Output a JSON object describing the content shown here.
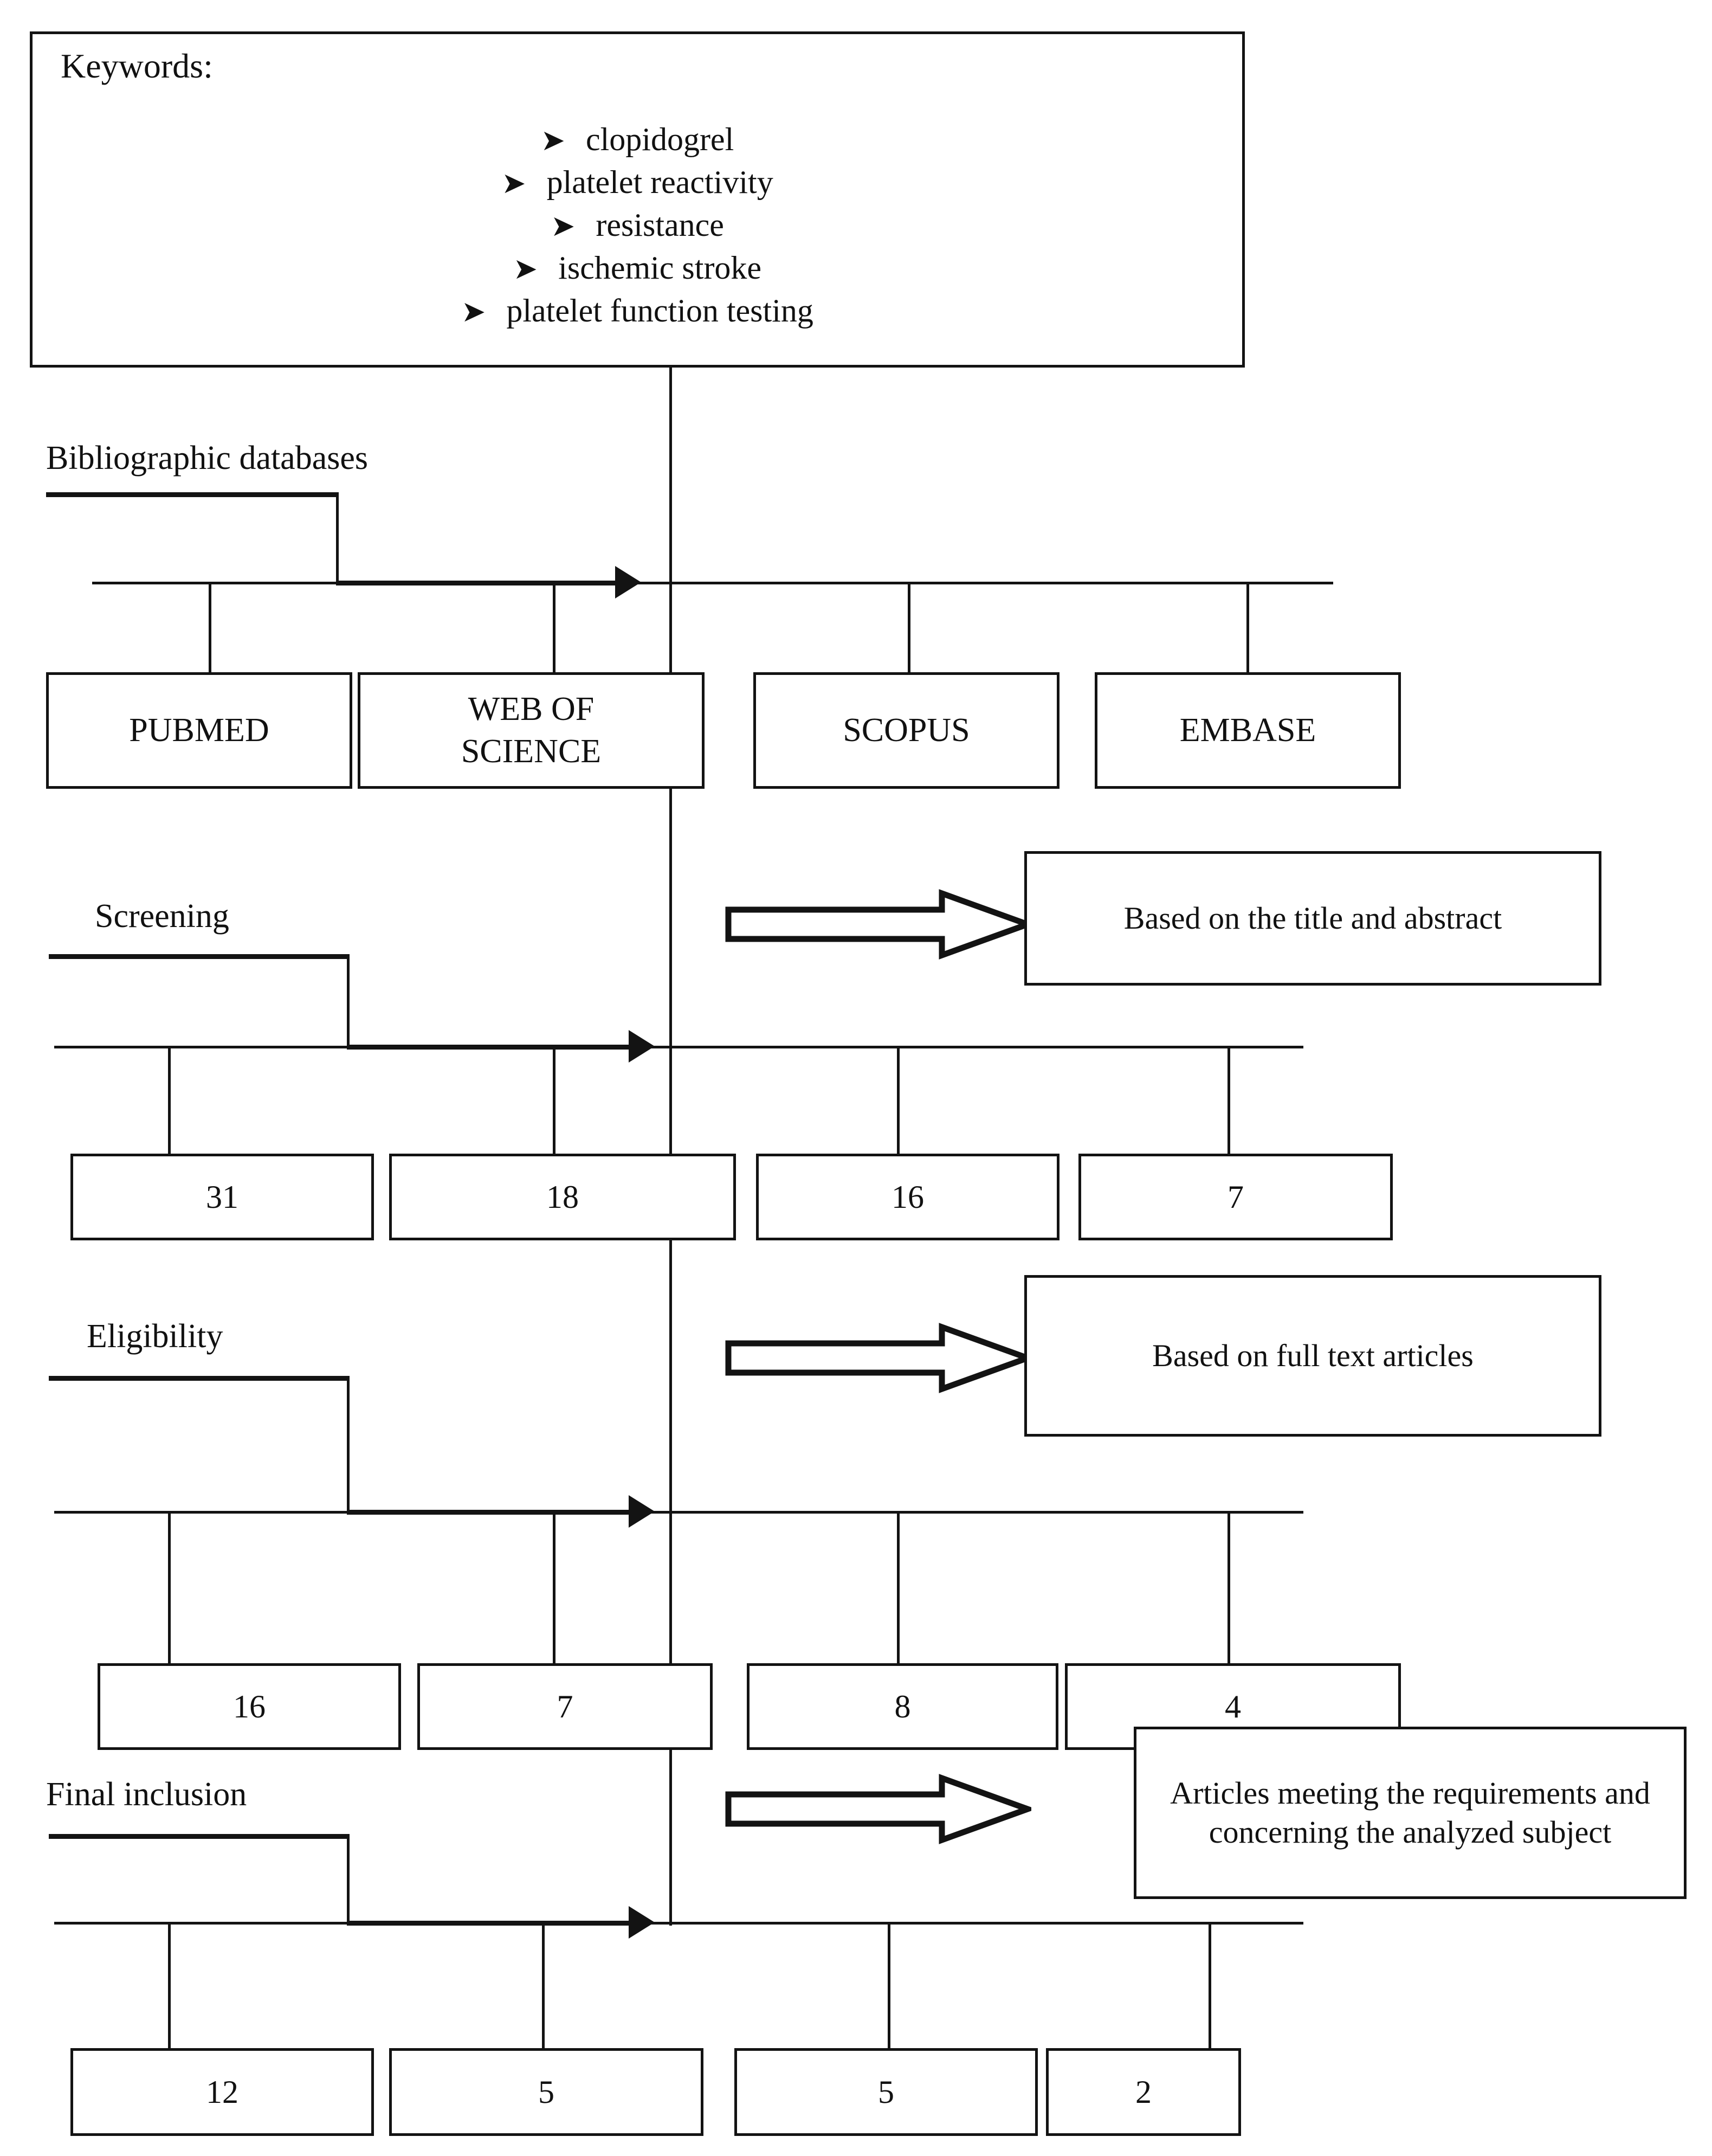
{
  "keywords": {
    "title": "Keywords:",
    "bullet_glyph": "➤",
    "items": [
      "clopidogrel",
      "platelet reactivity",
      "resistance",
      "ischemic stroke",
      "platelet function testing"
    ]
  },
  "stages": [
    {
      "label": "Bibliographic databases",
      "boxes": [
        "PUBMED",
        "WEB OF\nSCIENCE",
        "SCOPUS",
        "EMBASE"
      ],
      "callout": ""
    },
    {
      "label": "Screening",
      "boxes": [
        "31",
        "18",
        "16",
        "7"
      ],
      "callout": "Based on the title and abstract"
    },
    {
      "label": "Eligibility",
      "boxes": [
        "16",
        "7",
        "8",
        "4"
      ],
      "callout": "Based on full text articles"
    },
    {
      "label": "Final inclusion",
      "boxes": [
        "12",
        "5",
        "5",
        "2"
      ],
      "callout": "Articles meeting the requirements and concerning the analyzed subject"
    }
  ],
  "db_labels": {
    "pubmed": "PUBMED",
    "web_of_science_line1": "WEB OF",
    "web_of_science_line2": "SCIENCE",
    "scopus": "SCOPUS",
    "embase": "EMBASE"
  },
  "screening_counts": {
    "pubmed": "31",
    "web_of_science": "18",
    "scopus": "16",
    "embase": "7"
  },
  "eligibility_counts": {
    "pubmed": "16",
    "web_of_science": "7",
    "scopus": "8",
    "embase": "4"
  },
  "final_counts": {
    "pubmed": "12",
    "web_of_science": "5",
    "scopus": "5",
    "embase": "2"
  },
  "labels": {
    "bibliographic_databases": "Bibliographic databases",
    "screening": "Screening",
    "eligibility": "Eligibility",
    "final_inclusion": "Final inclusion"
  },
  "callouts": {
    "screening": "Based on the title and abstract",
    "eligibility": "Based on full text articles",
    "final_inclusion": "Articles meeting the requirements and concerning the analyzed subject"
  },
  "colors": {
    "line": "#131313",
    "background": "#ffffff",
    "text": "#111111"
  }
}
